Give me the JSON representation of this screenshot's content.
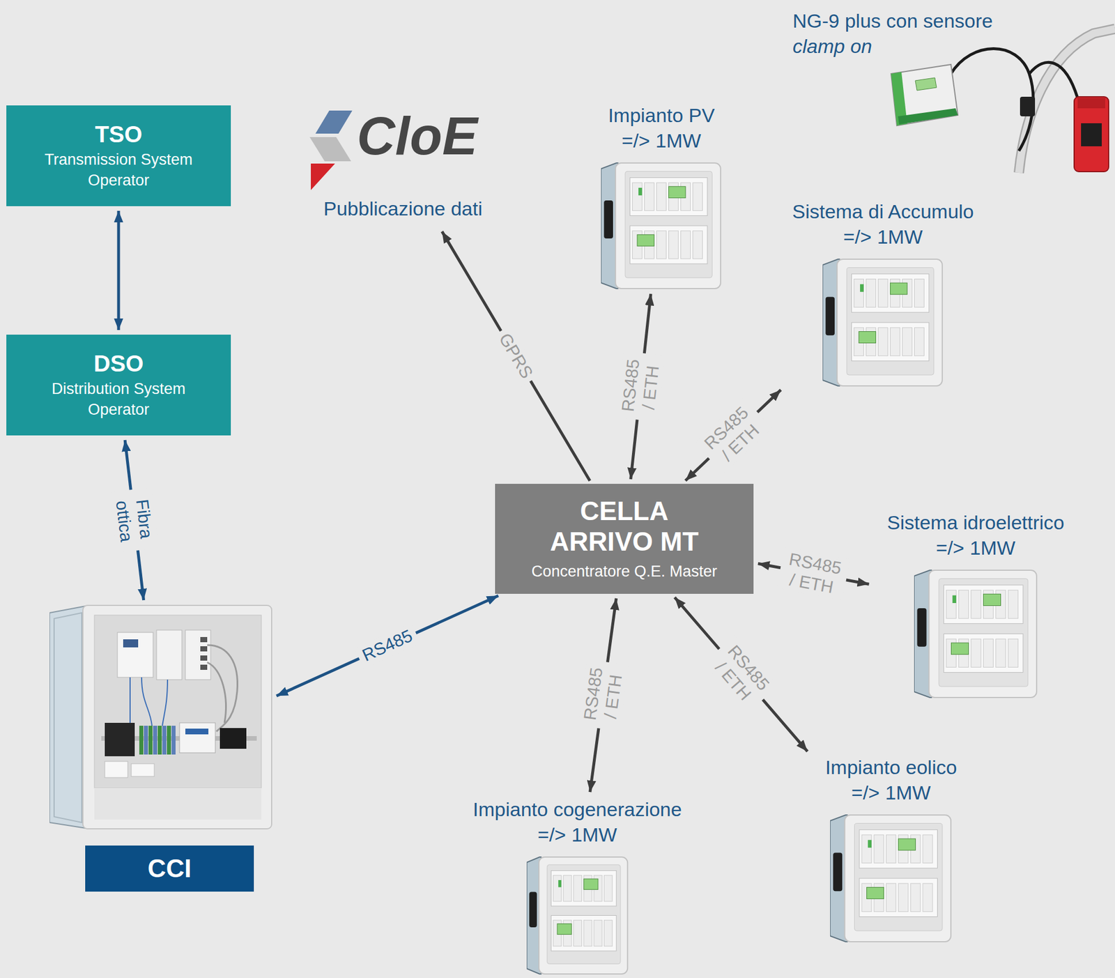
{
  "diagram": {
    "nodes": [
      {
        "text": [
          "TSO",
          "Transmission System Operator"
        ]
      },
      {
        "text": [
          "DSO",
          "Distribution System Operator"
        ]
      },
      {
        "text": [
          "CCI"
        ]
      },
      {
        "text": [
          "CloE",
          "Pubblicazione dati"
        ]
      },
      {
        "text": [
          "Impianto PV =/> 1MW"
        ]
      },
      {
        "text": [
          "Sistema di Accumulo =/> 1MW"
        ]
      },
      {
        "text": [
          "CELLA ARRIVO MT",
          "Concentratore Q.E. Master"
        ]
      },
      {
        "text": [
          "Sistema idroelettrico =/> 1MW"
        ]
      },
      {
        "text": [
          "Impianto eolico =/> 1MW"
        ]
      },
      {
        "text": [
          "Impianto cogenerazione =/> 1MW"
        ]
      }
    ],
    "edges": [
      {
        "from": 0,
        "to": 1,
        "arrow": "both"
      },
      {
        "from": 1,
        "to": 2,
        "label": "Fibra ottica",
        "arrow": "both"
      },
      {
        "from": 6,
        "to": 2,
        "label": "RS485",
        "arrow": "both"
      },
      {
        "from": 6,
        "to": 3,
        "label": "GPRS",
        "arrow": "to"
      },
      {
        "from": 6,
        "to": 4,
        "label": "RS485 / ETH",
        "arrow": "both"
      },
      {
        "from": 6,
        "to": 5,
        "label": "RS485 / ETH",
        "arrow": "both"
      },
      {
        "from": 6,
        "to": 7,
        "label": "RS485 / ETH",
        "arrow": "both"
      },
      {
        "from": 6,
        "to": 8,
        "label": "RS485 / ETH",
        "arrow": "both"
      },
      {
        "from": 6,
        "to": 9,
        "label": "RS485 / ETH",
        "arrow": "both"
      }
    ],
    "labels": [
      "NG-9 plus con sensore",
      "clamp on"
    ]
  }
}
